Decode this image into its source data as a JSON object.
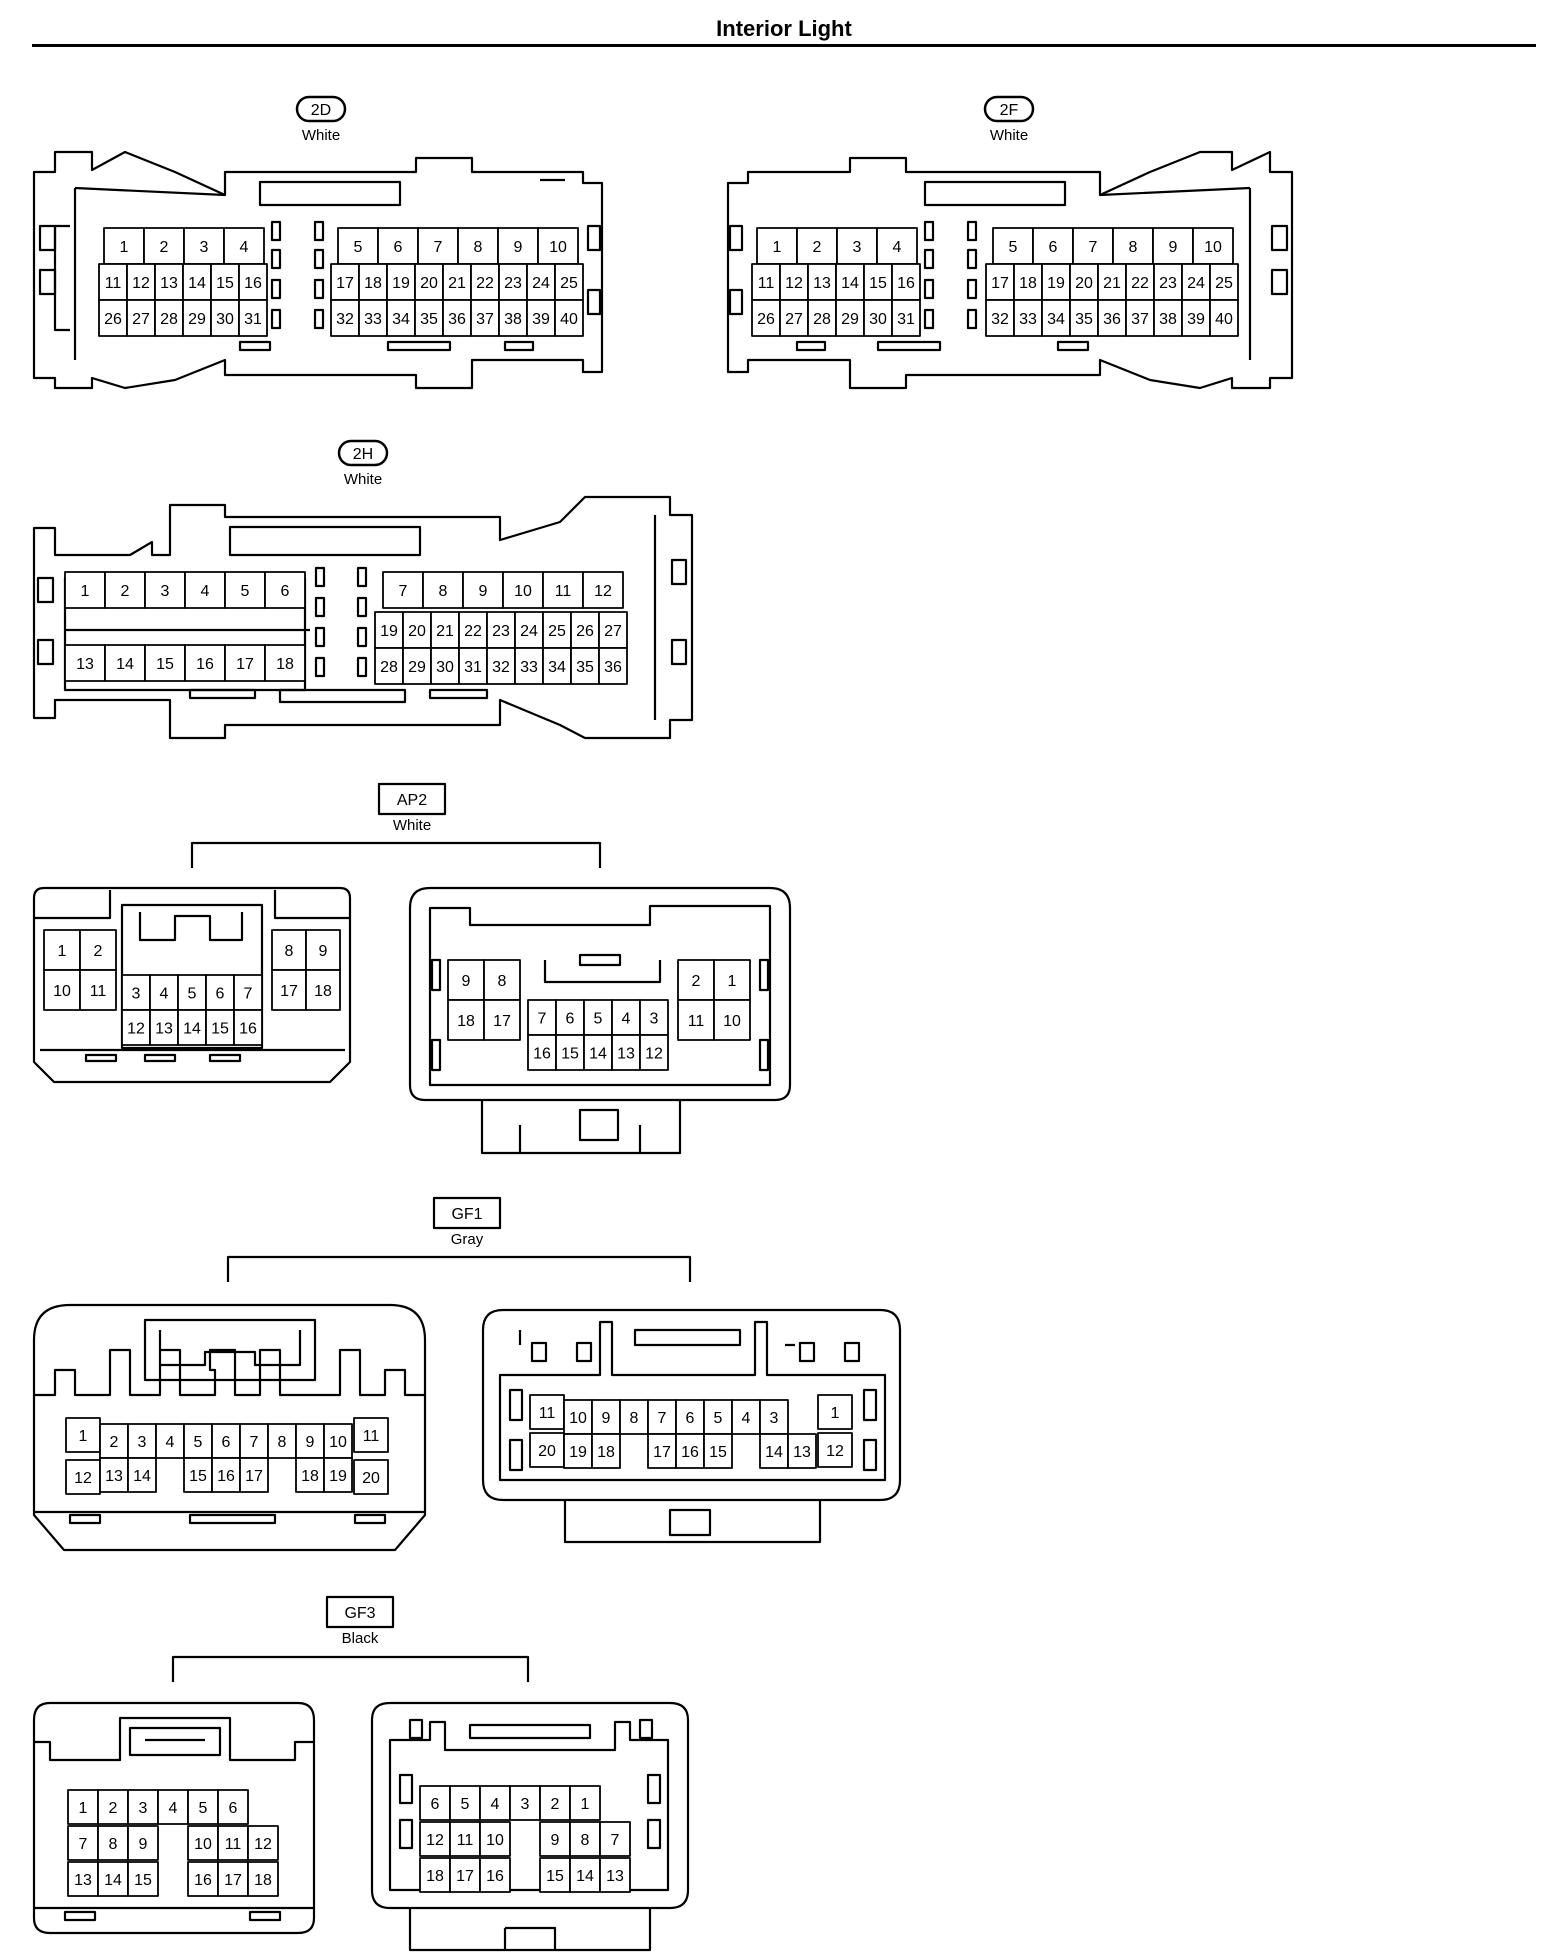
{
  "title": "Interior Light",
  "connectors": {
    "c2d": {
      "code": "2D",
      "color": "White"
    },
    "c2f": {
      "code": "2F",
      "color": "White"
    },
    "c2h": {
      "code": "2H",
      "color": "White"
    },
    "ap2": {
      "code": "AP2",
      "color": "White"
    },
    "gf1": {
      "code": "GF1",
      "color": "Gray"
    },
    "gf3": {
      "code": "GF3",
      "color": "Black"
    }
  }
}
